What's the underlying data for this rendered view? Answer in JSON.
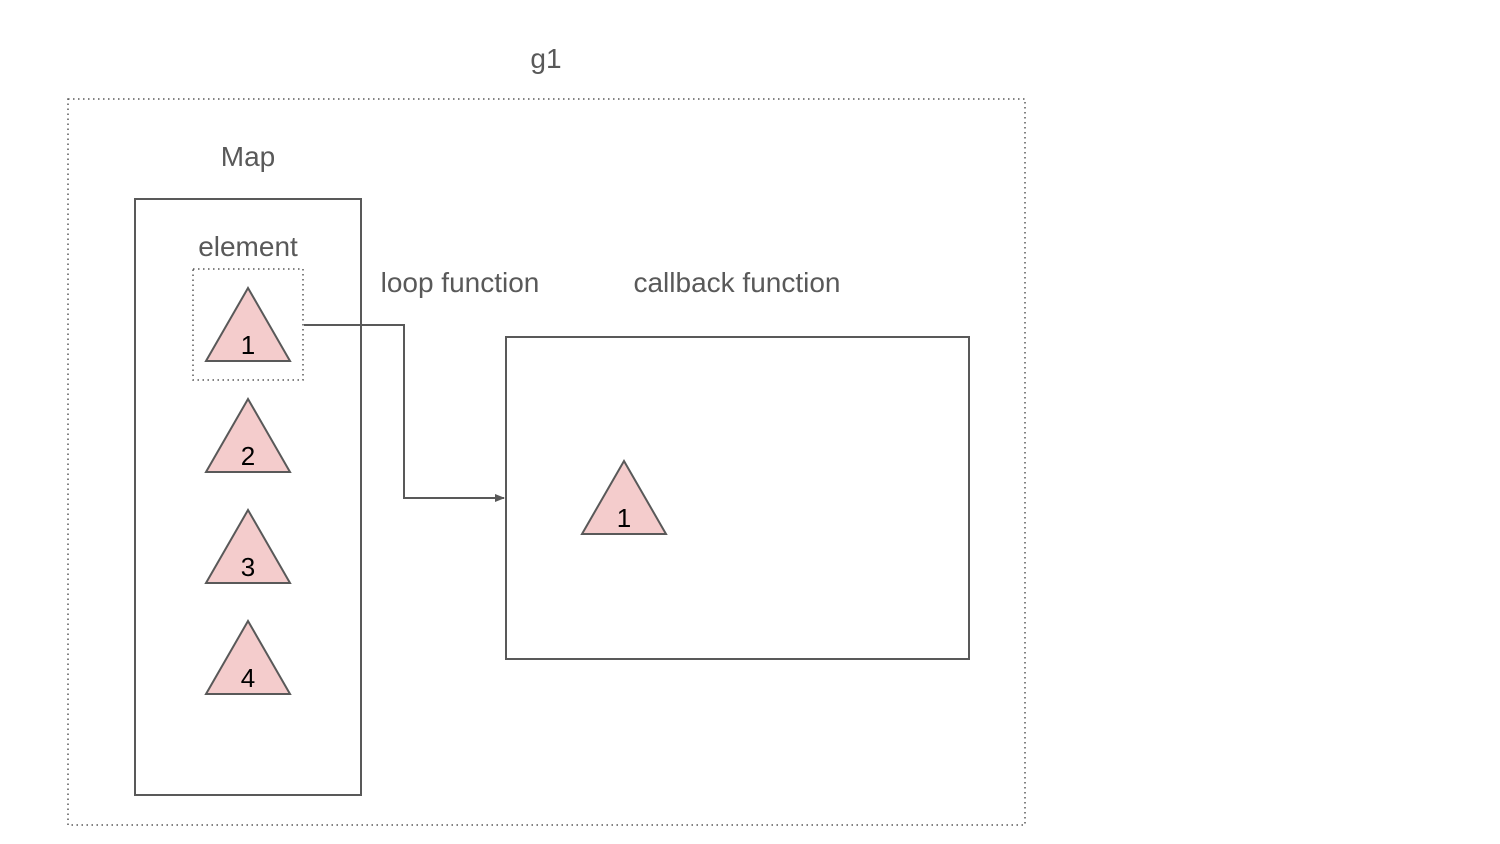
{
  "diagram": {
    "group_label": "g1",
    "map_label": "Map",
    "element_label": "element",
    "loop_label": "loop function",
    "callback_label": "callback function",
    "map_items": [
      "1",
      "2",
      "3",
      "4"
    ],
    "callback_item": "1"
  },
  "colors": {
    "stroke": "#595959",
    "triangle_fill": "#f4cccc",
    "label_text": "#595959",
    "number_text": "#000000"
  }
}
